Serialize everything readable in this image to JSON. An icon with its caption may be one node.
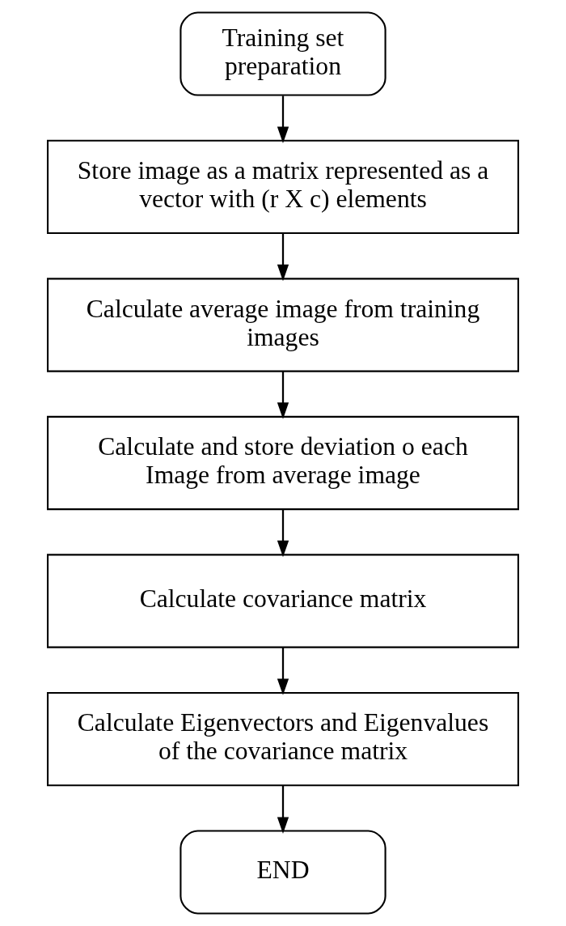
{
  "diagram": {
    "nodes": [
      {
        "text": [
          "Training set preparation"
        ]
      },
      {
        "text": [
          "Store image as a matrix represented as a vector with (r X c) elements"
        ]
      },
      {
        "text": [
          "Calculate average image from training images"
        ]
      },
      {
        "text": [
          "Calculate and store deviation o each Image from average image"
        ]
      },
      {
        "text": [
          "Calculate covariance matrix"
        ]
      },
      {
        "text": [
          "Calculate Eigenvectors and Eigenvalues of the covariance matrix"
        ]
      },
      {
        "text": [
          "END"
        ]
      }
    ],
    "edges": [
      {
        "from": 0,
        "to": 1,
        "arrow": "to"
      },
      {
        "from": 1,
        "to": 2,
        "arrow": "to"
      },
      {
        "from": 2,
        "to": 3,
        "arrow": "to"
      },
      {
        "from": 3,
        "to": 4,
        "arrow": "to"
      },
      {
        "from": 4,
        "to": 5,
        "arrow": "to"
      },
      {
        "from": 5,
        "to": 6,
        "arrow": "to"
      }
    ]
  }
}
